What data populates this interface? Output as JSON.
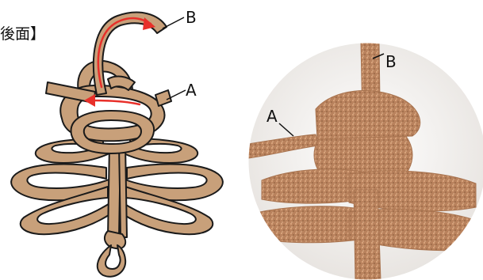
{
  "caption_text": "後面】",
  "left_label_b": "B",
  "left_label_a": "A",
  "right_label_b": "B",
  "right_label_a": "A",
  "colors": {
    "cord_fill": "#c8a07a",
    "cord_outline": "#1a1a1a",
    "arrow": "#e8302a",
    "photo_fur": "#b9825d",
    "photo_bg": "#f2f0ee"
  }
}
